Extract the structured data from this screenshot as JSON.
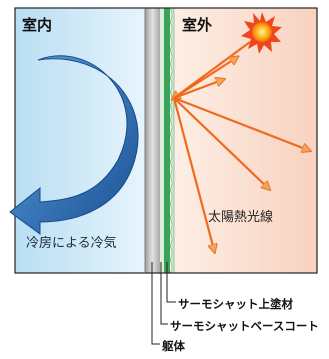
{
  "labels": {
    "indoor": "室内",
    "outdoor": "室外",
    "cooling": "冷房による冷気",
    "sunlight": "太陽熱光線"
  },
  "legend": {
    "top_coat": "サーモシャット上塗材",
    "base_coat": "サーモシャットベースコート",
    "body": "躯体"
  },
  "colors": {
    "indoor_bg": "#cfe8f7",
    "outdoor_bg": "#fbe0d2",
    "arrow_blue": "#1f5fa8",
    "sun_rays": "#f26a1b",
    "top_coat": "#3aa35a",
    "base_coat": "#c9e6cc",
    "wall": "#c4c4c4"
  },
  "icons": [
    "sun-icon",
    "curved-arrow-icon"
  ]
}
